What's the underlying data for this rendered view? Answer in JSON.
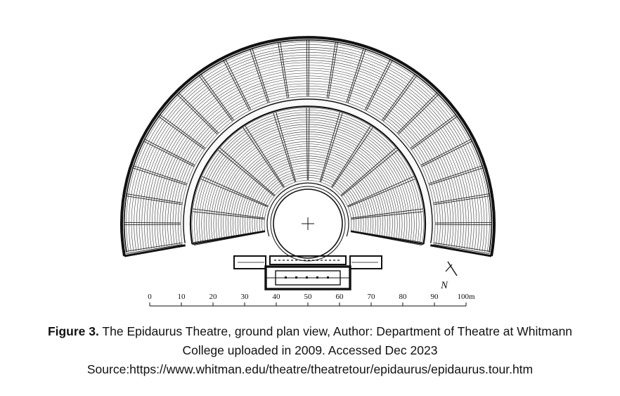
{
  "figure": {
    "scale_bar": {
      "ticks": [
        "0",
        "10",
        "20",
        "30",
        "40",
        "50",
        "60",
        "70",
        "80",
        "90",
        "100m"
      ]
    },
    "north_label": "N",
    "caption": {
      "label": "Figure 3.",
      "line1": " The Epidaurus Theatre, ground plan view, Author: Department of Theatre at Whitmann",
      "line2": "College uploaded in 2009. Accessed Dec 2023",
      "line3": "Source:https://www.whitman.edu/theatre/theatretour/epidaurus/epidaurus.tour.htm"
    }
  }
}
